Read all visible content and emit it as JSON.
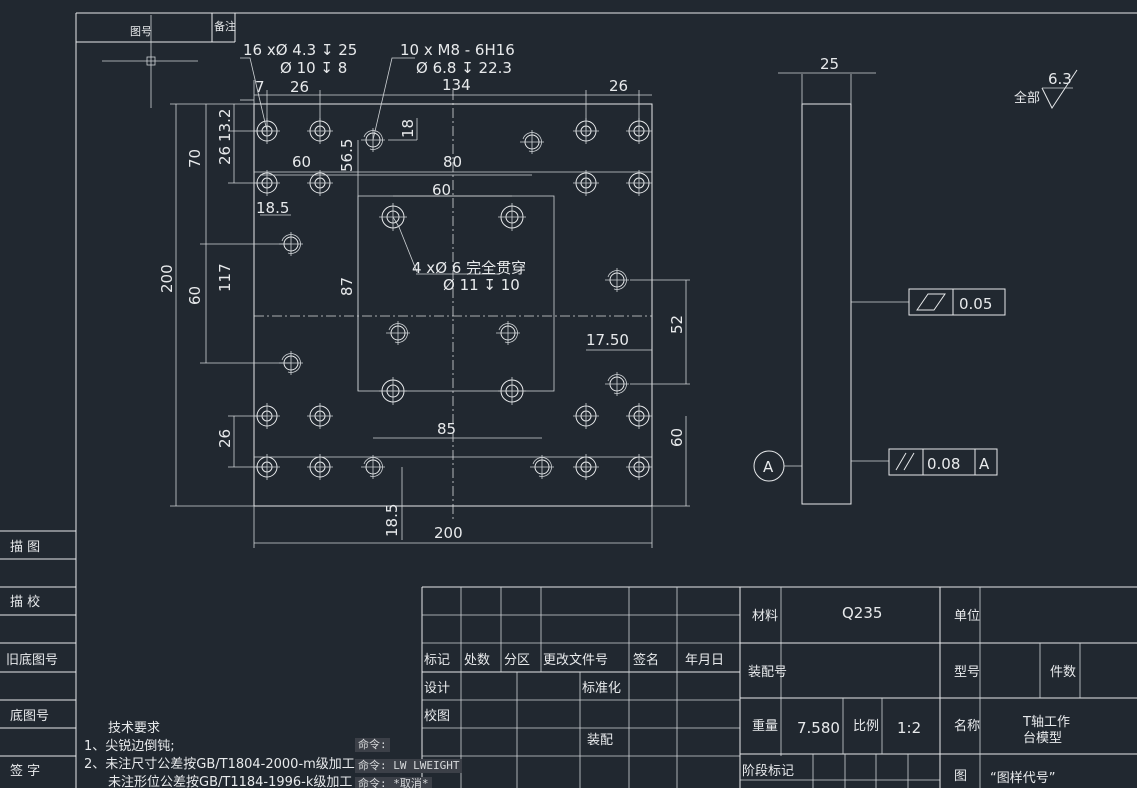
{
  "drawing": {
    "stamp_text": "图号",
    "stamp_side": "备注",
    "dims": {
      "plate_width_bottom": "200",
      "plate_height_left": "200",
      "top_134": "134",
      "top_26_left": "26",
      "top_26_right": "26",
      "top_7": "7",
      "d_70": "70",
      "d_26_top": "26",
      "d_13_2": "13.2",
      "d_56_5": "56.5",
      "d_18_top": "18",
      "d_60_a": "60",
      "d_80": "80",
      "d_60_b": "60",
      "d_18_5_left": "18.5",
      "d_60_left": "60",
      "d_117": "117",
      "d_87": "87",
      "d_26_bottom": "26",
      "d_85": "85",
      "d_18_5_bottom": "18.5",
      "d_52": "52",
      "d_60_right": "60",
      "d_17_50": "17.50",
      "side_width": "25"
    },
    "callouts": {
      "c1_line1": "16 xØ  4.3 ↧ 25",
      "c1_line2": "Ø  10 ↧ 8",
      "c2_line1": "10 x   M8 - 6H16",
      "c2_line2": "Ø  6.8 ↧ 22.3",
      "c3_line1": "4 xØ  6 完全贯穿",
      "c3_line2": "Ø  11 ↧ 10"
    },
    "roughness": {
      "prefix": "全部",
      "value": "6.3"
    },
    "flatness": {
      "value": "0.05"
    },
    "parallelism": {
      "value": "0.08",
      "datum": "A"
    },
    "datum_label": "A"
  },
  "side_block": [
    "描 图",
    "描 校",
    "旧底图号",
    "底图号",
    "签 字"
  ],
  "notes": {
    "title": "技术要求",
    "line1": "1、尖锐边倒钝;",
    "line2": "2、未注尺寸公差按GB/T1804-2000-m级加工",
    "line3": "未注形位公差按GB/T1184-1996-k级加工"
  },
  "command": {
    "line1": "命令:",
    "line2": "命令: LW LWEIGHT",
    "line3": "命令: *取消*"
  },
  "title_block": {
    "material_label": "材料",
    "material": "Q235",
    "unit_label": "单位",
    "assembly_label": "装配号",
    "type_label": "型号",
    "qty_label": "件数",
    "weight_label": "重量",
    "weight": "7.580",
    "scale_label": "比例",
    "scale": "1:2",
    "name_label": "名称",
    "name_line1": "T轴工作",
    "name_line2": "台模型",
    "stage_label": "阶段标记",
    "drawing_label": "图",
    "drawing_no": "“图样代号”",
    "row_headers": [
      "标记",
      "处数",
      "分区",
      "更改文件号",
      "签名",
      "年月日"
    ],
    "design": "设计",
    "standard": "标准化",
    "check": "校图",
    "assembly": "装配"
  }
}
